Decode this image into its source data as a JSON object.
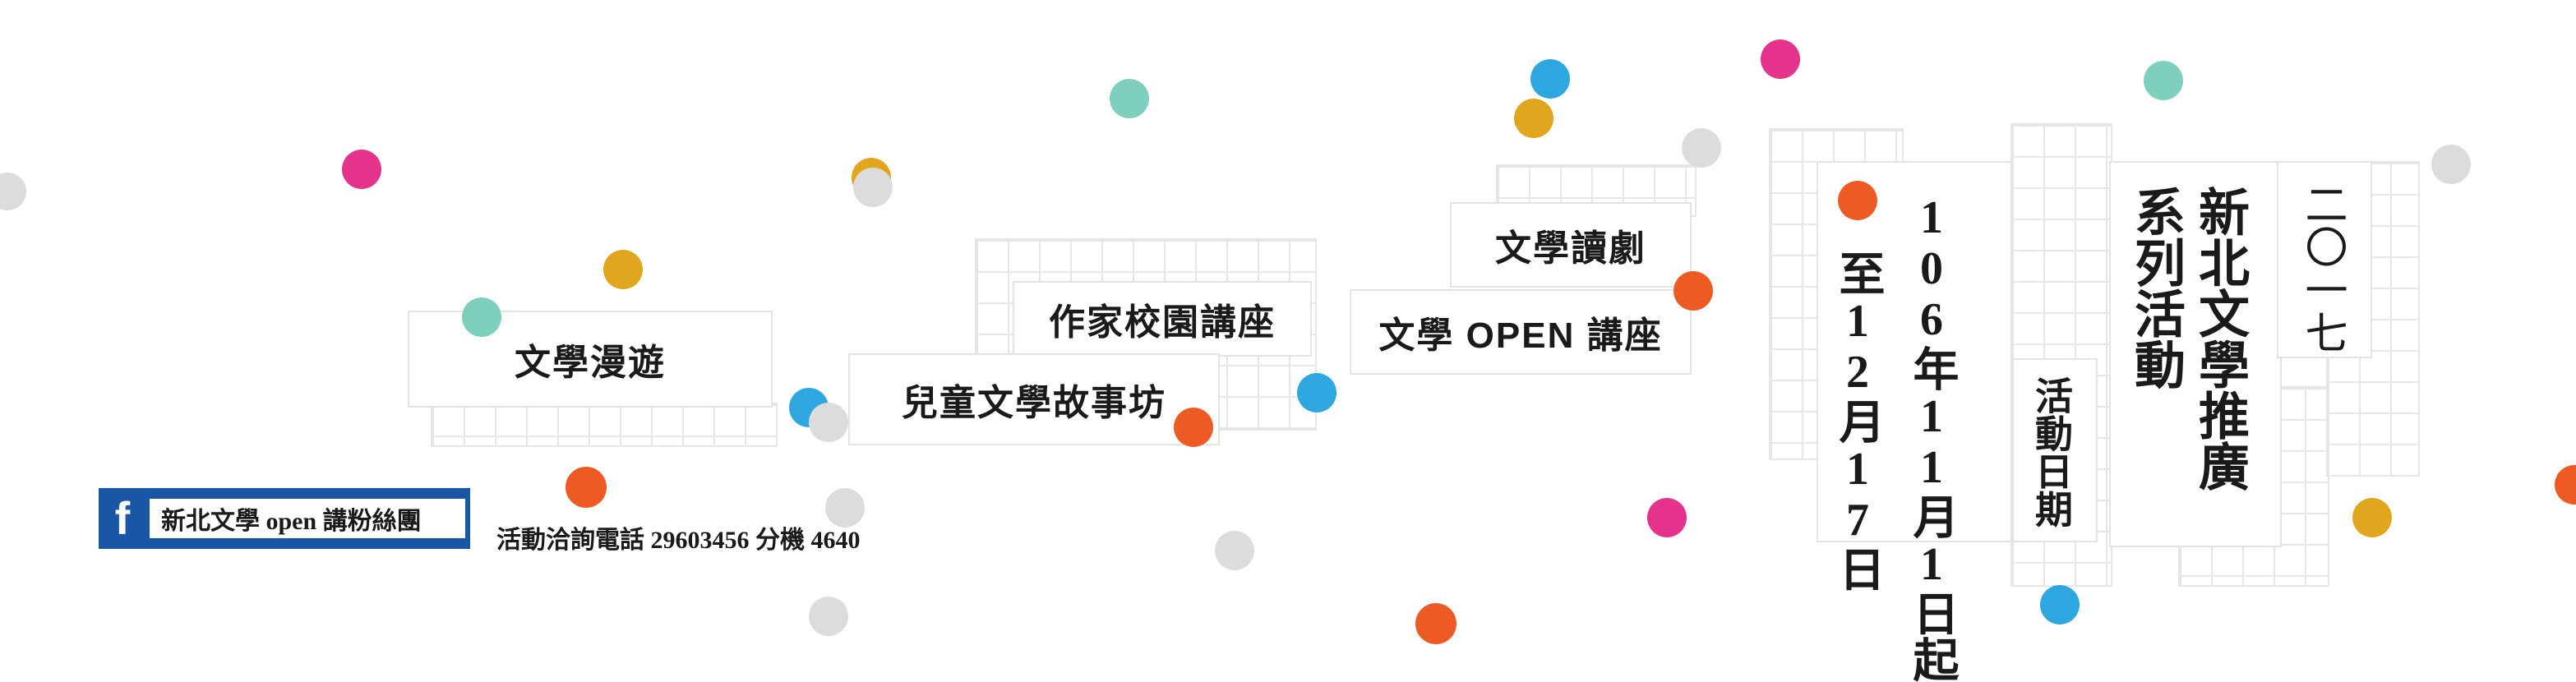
{
  "programs": {
    "literary_walk": "文學漫遊",
    "writer_campus_lecture": "作家校園講座",
    "children_story_workshop": "兒童文學故事坊",
    "literary_reading_drama": "文學讀劇",
    "literary_open_lecture": "文學 OPEN 講座"
  },
  "event_dates": {
    "label": "活動日期",
    "start_col": "106年11月1日起",
    "end_col": "至12月17日"
  },
  "series": {
    "title_line1": "新北文學推廣",
    "title_line2": "系列活動",
    "year": "二〇一七"
  },
  "facebook": {
    "icon": "facebook-f-icon",
    "label": "新北文學 open 講粉絲團"
  },
  "contact": "活動洽詢電話 29603456 分機 4640",
  "colors": {
    "pink": "#e5338d",
    "teal": "#7fcfbd",
    "orange": "#ee5a24",
    "yellow": "#e0a71e",
    "blue": "#2ea6e0",
    "gray": "#dcdcdc",
    "fb_blue": "#1a56a6"
  }
}
